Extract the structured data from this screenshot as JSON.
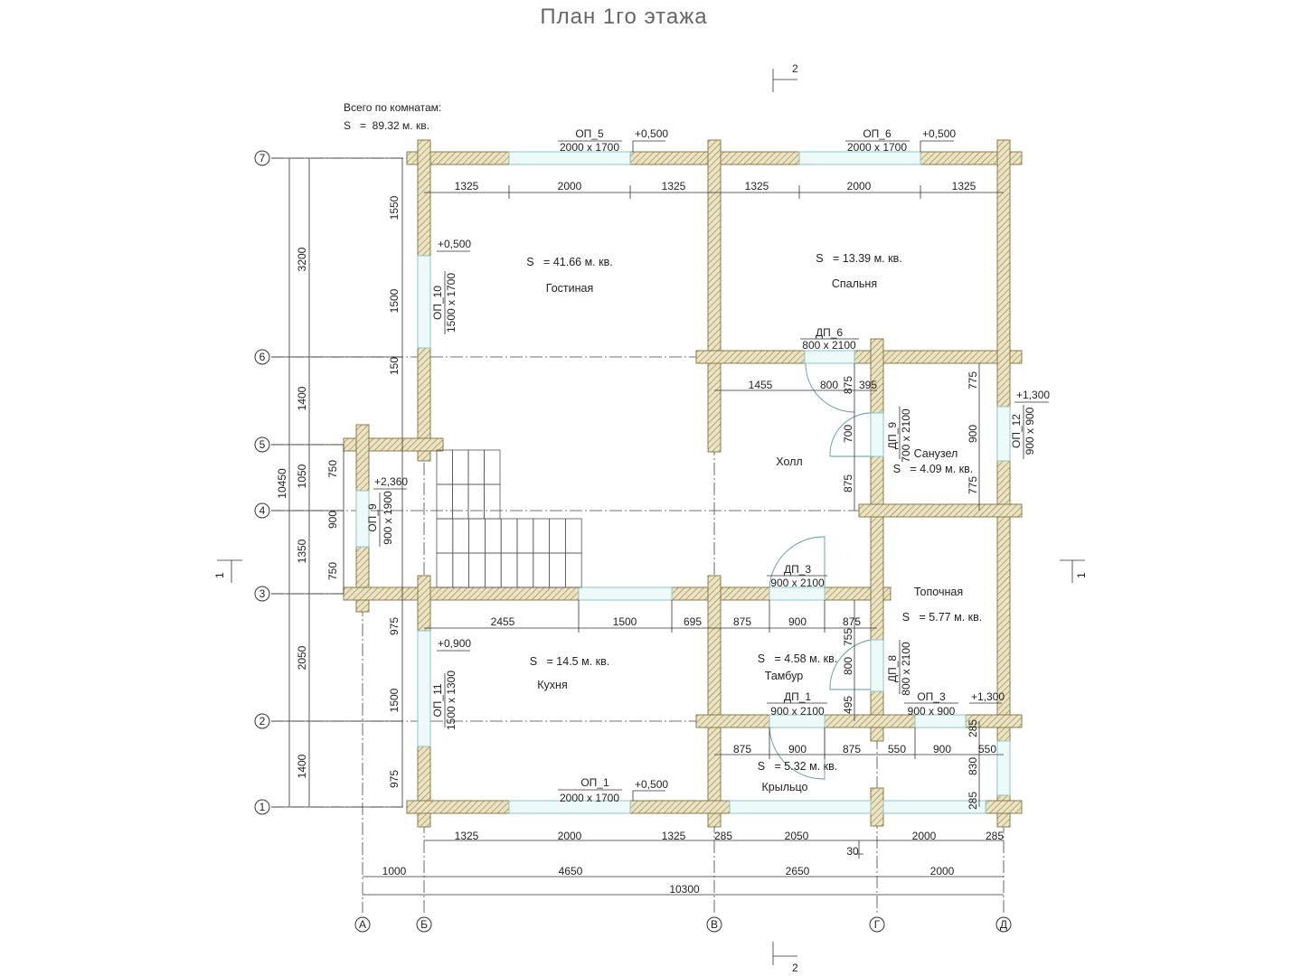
{
  "title": "План 1го этажа",
  "section_marks": {
    "s2_top": "2",
    "s2_bottom": "2",
    "s1_left": "1",
    "s1_right": "1"
  },
  "summary": {
    "label": "Всего по комнатам:",
    "area": "S   =  89.32 м. кв."
  },
  "rooms": [
    {
      "name": "Гостиная",
      "area": "S   = 41.66 м. кв."
    },
    {
      "name": "Спальня",
      "area": "S   = 13.39 м. кв."
    },
    {
      "name": "Холл"
    },
    {
      "name": "Санузел",
      "area": "S   = 4.09 м. кв."
    },
    {
      "name": "Топочная",
      "area": "S   = 5.77 м. кв."
    },
    {
      "name": "Кухня",
      "area": "S   = 14.5 м. кв."
    },
    {
      "name": "Тамбур",
      "area": "S   = 4.58 м. кв."
    },
    {
      "name": "Крыльцо",
      "area": "S   = 5.32 м. кв."
    }
  ],
  "openings": [
    {
      "id": "ОП_5",
      "size": "2000 x 1700",
      "elev": "+0,500"
    },
    {
      "id": "ОП_6",
      "size": "2000 x 1700",
      "elev": "+0,500"
    },
    {
      "id": "ОП_10",
      "size": "1500 x 1700",
      "elev": "+0,500"
    },
    {
      "id": "ОП_9",
      "size": "900 x 1900",
      "elev": "+2,360"
    },
    {
      "id": "ДП_6",
      "size": "800 x 2100"
    },
    {
      "id": "ДП_9",
      "size": "700 x 2100"
    },
    {
      "id": "ОП_12",
      "size": "900 x 900",
      "elev": "+1,300"
    },
    {
      "id": "ДП_3",
      "size": "900 x 2100"
    },
    {
      "id": "ДП_8",
      "size": "800 x 2100"
    },
    {
      "id": "ДП_1",
      "size": "900 x 2100"
    },
    {
      "id": "ОП_3",
      "size": "900 x 900",
      "elev": "+1,300"
    },
    {
      "id": "ОП_11",
      "size": "1500 x 1300",
      "elev": "+0,900"
    },
    {
      "id": "ОП_1",
      "size": "2000 x 1700",
      "elev": "+0,500"
    }
  ],
  "axes": {
    "rows": [
      "7",
      "6",
      "5",
      "4",
      "3",
      "2",
      "1"
    ],
    "cols": [
      "А",
      "Б",
      "В",
      "Г",
      "Д"
    ]
  },
  "dims": {
    "top": [
      "1325",
      "2000",
      "1325",
      "1325",
      "2000",
      "1325"
    ],
    "hall": [
      "1455",
      "800",
      "875",
      "395",
      "700",
      "875"
    ],
    "bath": [
      "775",
      "900",
      "775"
    ],
    "kitchen_row": [
      "2455",
      "1500",
      "695",
      "875",
      "900",
      "875"
    ],
    "tambur": [
      "755",
      "800",
      "495"
    ],
    "porch_row": [
      "875",
      "900",
      "875",
      "550",
      "900",
      "550"
    ],
    "porch_side": [
      "285",
      "830",
      "285"
    ],
    "bottom": [
      "1325",
      "2000",
      "1325",
      "285",
      "2050",
      "2000",
      "285"
    ],
    "gap": "30",
    "axes_row": [
      "1000",
      "4650",
      "2650",
      "2000"
    ],
    "overall_width": "10300",
    "left_inner": [
      "1550",
      "1500",
      "150",
      "975",
      "1500",
      "975"
    ],
    "left_bay": [
      "750",
      "900",
      "750"
    ],
    "left_axes": [
      "3200",
      "1400",
      "1050",
      "1350",
      "2050",
      "1400"
    ],
    "overall_height": "10450"
  }
}
